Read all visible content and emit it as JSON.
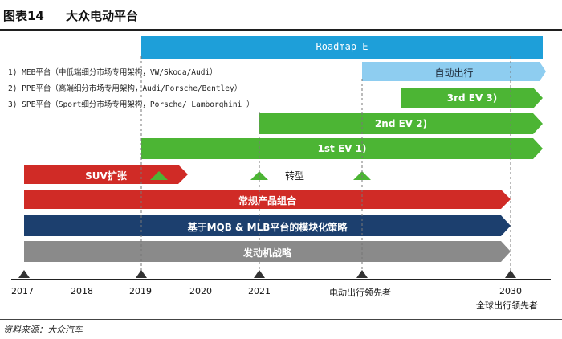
{
  "header": {
    "figure_label": "图表14",
    "title": "大众电动平台"
  },
  "notes": [
    "1) MEB平台（中低端细分市场专用架构，VW/Skoda/Audi）",
    "2) PPE平台（高端细分市场专用架构，Audi/Porsche/Bentley）",
    "3) SPE平台（Sport细分市场专用架构，Porsche/ Lamborghini ）"
  ],
  "bands": {
    "roadmap": "Roadmap E",
    "autonomous": "自动出行",
    "ev3": "3rd  EV 3)",
    "ev2": "2nd  EV 2)",
    "ev1": "1st  EV 1)",
    "suv": "SUV扩张",
    "transform": "转型",
    "regular": "常规产品组合",
    "modular": "基于MQB & MLB平台的模块化策略",
    "engine": "发动机战略"
  },
  "timeline": {
    "labels": [
      "2017",
      "2018",
      "2019",
      "2020",
      "2021",
      "电动出行领先者",
      "2030",
      "全球出行领先者"
    ]
  },
  "colors": {
    "blue": "#1e9fd9",
    "light_blue": "#8ecdf0",
    "green": "#4cb534",
    "red": "#d02b26",
    "navy": "#1c3f6e",
    "gray": "#8a8a8a"
  },
  "source": "资料来源：大众汽车"
}
